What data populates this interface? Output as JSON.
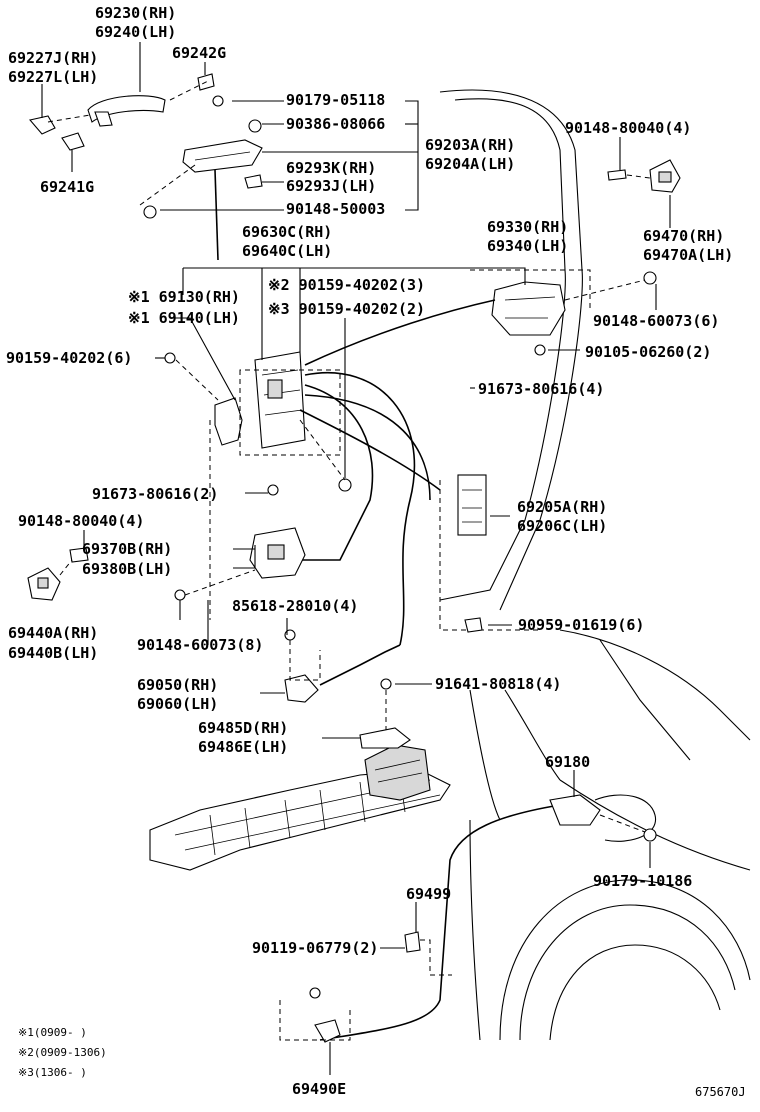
{
  "labels": {
    "p69230": "69230(RH)",
    "p69240": "69240(LH)",
    "p69227J": "69227J(RH)",
    "p69227L": "69227L(LH)",
    "p69242G": "69242G",
    "p90179_05118": "90179-05118",
    "p90386_08066": "90386-08066",
    "p69203A": "69203A(RH)",
    "p69204A": "69204A(LH)",
    "p69293K": "69293K(RH)",
    "p69293J": "69293J(LH)",
    "p90148_50003": "90148-50003",
    "p69241G": "69241G",
    "p90148_80040_a": "90148-80040(4)",
    "p69470": "69470(RH)",
    "p69470A": "69470A(LH)",
    "p69630C": "69630C(RH)",
    "p69640C": "69640C(LH)",
    "p90159_40202_3": "※2 90159-40202(3)",
    "p90159_40202_2": "※3 90159-40202(2)",
    "p69130": "※1 69130(RH)",
    "p69140": "※1 69140(LH)",
    "p69330": "69330(RH)",
    "p69340": "69340(LH)",
    "p90148_60073_6": "90148-60073(6)",
    "p90159_40202_6": "90159-40202(6)",
    "p90105_06260": "90105-06260(2)",
    "p91673_80616_4": "91673-80616(4)",
    "p91673_80616_2": "91673-80616(2)",
    "p69205A": "69205A(RH)",
    "p69206C": "69206C(LH)",
    "p90148_80040_b": "90148-80040(4)",
    "p69370B": "69370B(RH)",
    "p69380B": "69380B(LH)",
    "p85618_28010": "85618-28010(4)",
    "p90959_01619": "90959-01619(6)",
    "p69440A": "69440A(RH)",
    "p69440B": "69440B(LH)",
    "p90148_60073_8": "90148-60073(8)",
    "p69050": "69050(RH)",
    "p69060": "69060(LH)",
    "p91641_80818": "91641-80818(4)",
    "p69485D": "69485D(RH)",
    "p69486E": "69486E(LH)",
    "p69180": "69180",
    "p90179_10186": "90179-10186",
    "p69499": "69499",
    "p90119_06779": "90119-06779(2)",
    "p69490E": "69490E"
  },
  "notes": {
    "n1": "※1(0909-     )",
    "n2": "※2(0909-1306)",
    "n3": "※3(1306-     )"
  },
  "diagram_code": "675670J"
}
